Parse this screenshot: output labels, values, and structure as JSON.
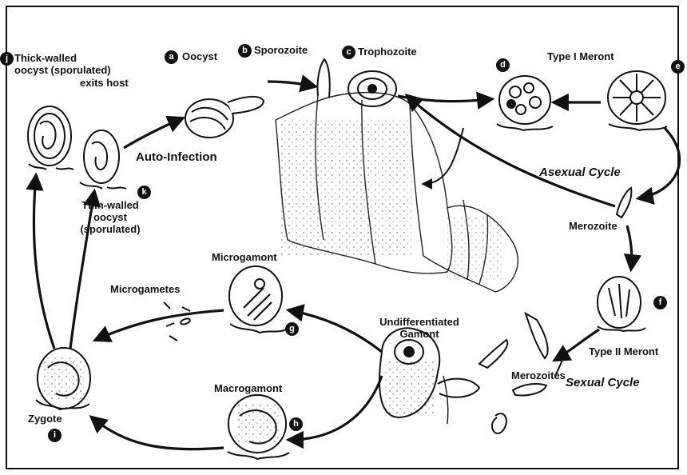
{
  "labels": {
    "thick_walled": [
      "Thick-walled",
      "oocyst (sporulated)",
      "exits host"
    ],
    "oocyst": "Oocyst",
    "sporozoite": "Sporozoite",
    "trophozoite": "Trophozoite",
    "type1_meront": "Type I Meront",
    "auto_infection": "Auto-Infection",
    "asexual_cycle": "Asexual Cycle",
    "thin_walled": [
      "Thin-walled",
      "oocyst",
      "(sporulated)"
    ],
    "merozoite": "Merozoite",
    "microgamont": "Microgamont",
    "microgametes": "Microgametes",
    "undifferentiated_gamont": [
      "Undifferentiated",
      "Gamont"
    ],
    "type2_meront": "Type II Meront",
    "merozoites": "Merozoites",
    "sexual_cycle": "Sexual Cycle",
    "macrogamont": "Macrogamont",
    "zygote": "Zygote"
  },
  "badges": {
    "a": "a",
    "b": "b",
    "c": "c",
    "d": "d",
    "e": "e",
    "f": "f",
    "g": "g",
    "h": "h",
    "i": "i",
    "j": "j",
    "k": "k"
  }
}
